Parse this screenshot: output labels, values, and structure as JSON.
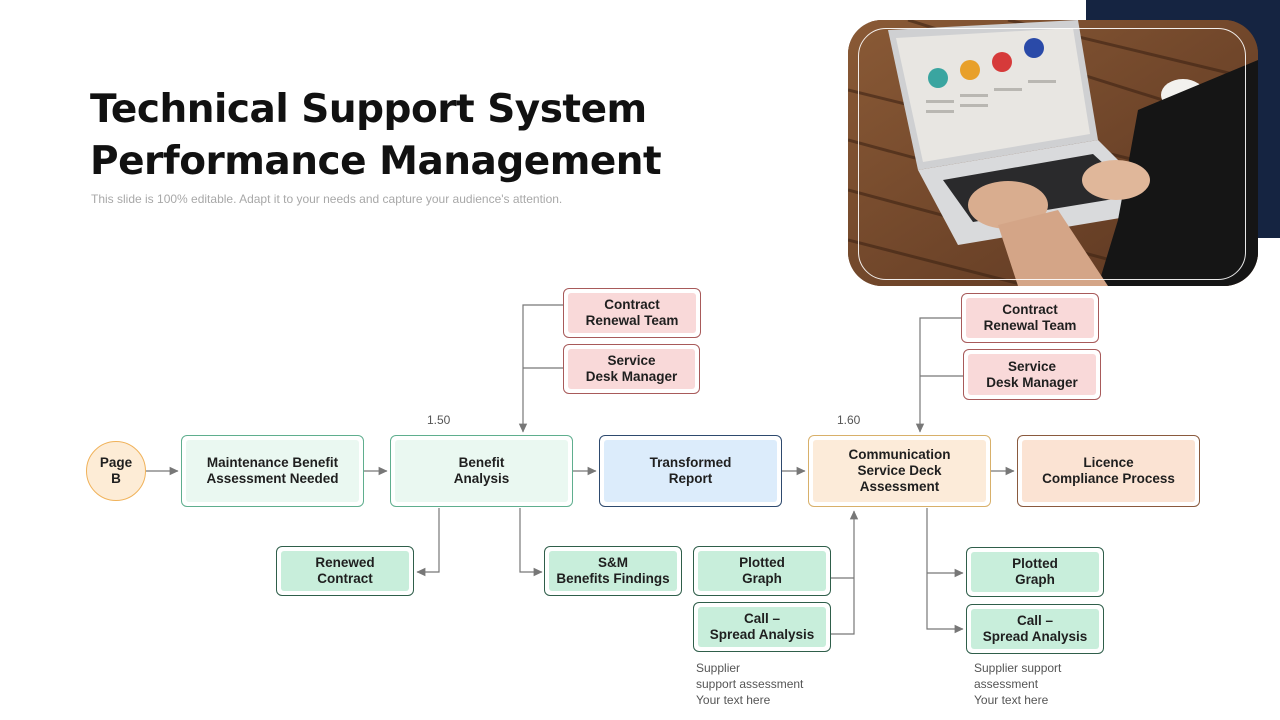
{
  "header": {
    "title_line1": "Technical Support System",
    "title_line2": "Performance Management",
    "subtitle": "This slide is 100% editable. Adapt it to your needs and capture your audience's attention."
  },
  "photo": {
    "icon": "laptop-photo"
  },
  "colors": {
    "navy": "#152441",
    "pink": "#f9d9d9",
    "mint": "#eaf8f1",
    "green": "#c8eedb",
    "blue": "#dcecfb",
    "peach": "#fcebd9",
    "salmon": "#fbe3d3"
  },
  "flow": {
    "start": "Page\nB",
    "maintenance": "Maintenance Benefit\nAssessment  Needed",
    "benefit_analysis": "Benefit\nAnalysis",
    "transformed_report": "Transformed\nReport",
    "communication": "Communication\nService Deck\nAssessment",
    "licence": "Licence\nCompliance Process"
  },
  "top_left": {
    "contract_renewal": "Contract\nRenewal Team",
    "service_desk": "Service\nDesk Manager",
    "value": "1.50"
  },
  "top_right": {
    "contract_renewal": "Contract\nRenewal Team",
    "service_desk": "Service\nDesk Manager",
    "value": "1.60"
  },
  "bottom": {
    "renewed_contract": "Renewed\nContract",
    "sm_findings": "S&M\nBenefits Findings",
    "plotted_graph_1": "Plotted\nGraph",
    "call_spread_1": "Call –\nSpread Analysis",
    "plotted_graph_2": "Plotted\nGraph",
    "call_spread_2": "Call –\nSpread Analysis",
    "note_1": "Supplier\nsupport assessment\nYour text here",
    "note_2": "Supplier support\nassessment\nYour text here"
  }
}
